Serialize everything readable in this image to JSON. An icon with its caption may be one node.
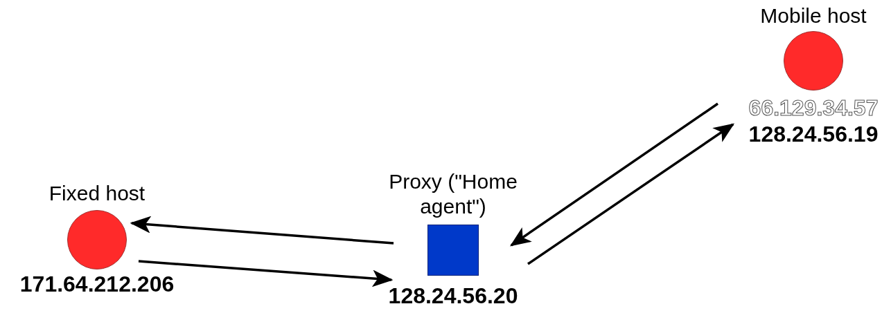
{
  "diagram": {
    "nodes": [
      {
        "text": [
          "Fixed host",
          "171.64.212.206"
        ]
      },
      {
        "text": [
          "Proxy (\"Home agent\")",
          "128.24.56.20"
        ]
      },
      {
        "text": [
          "Mobile host",
          "66.129.34.57",
          "128.24.56.19"
        ]
      }
    ],
    "edges": [
      {
        "from": 1,
        "to": 0,
        "arrow": "to"
      },
      {
        "from": 0,
        "to": 1,
        "arrow": "to"
      },
      {
        "from": 2,
        "to": 1,
        "arrow": "to"
      },
      {
        "from": 1,
        "to": 2,
        "arrow": "to"
      }
    ]
  }
}
